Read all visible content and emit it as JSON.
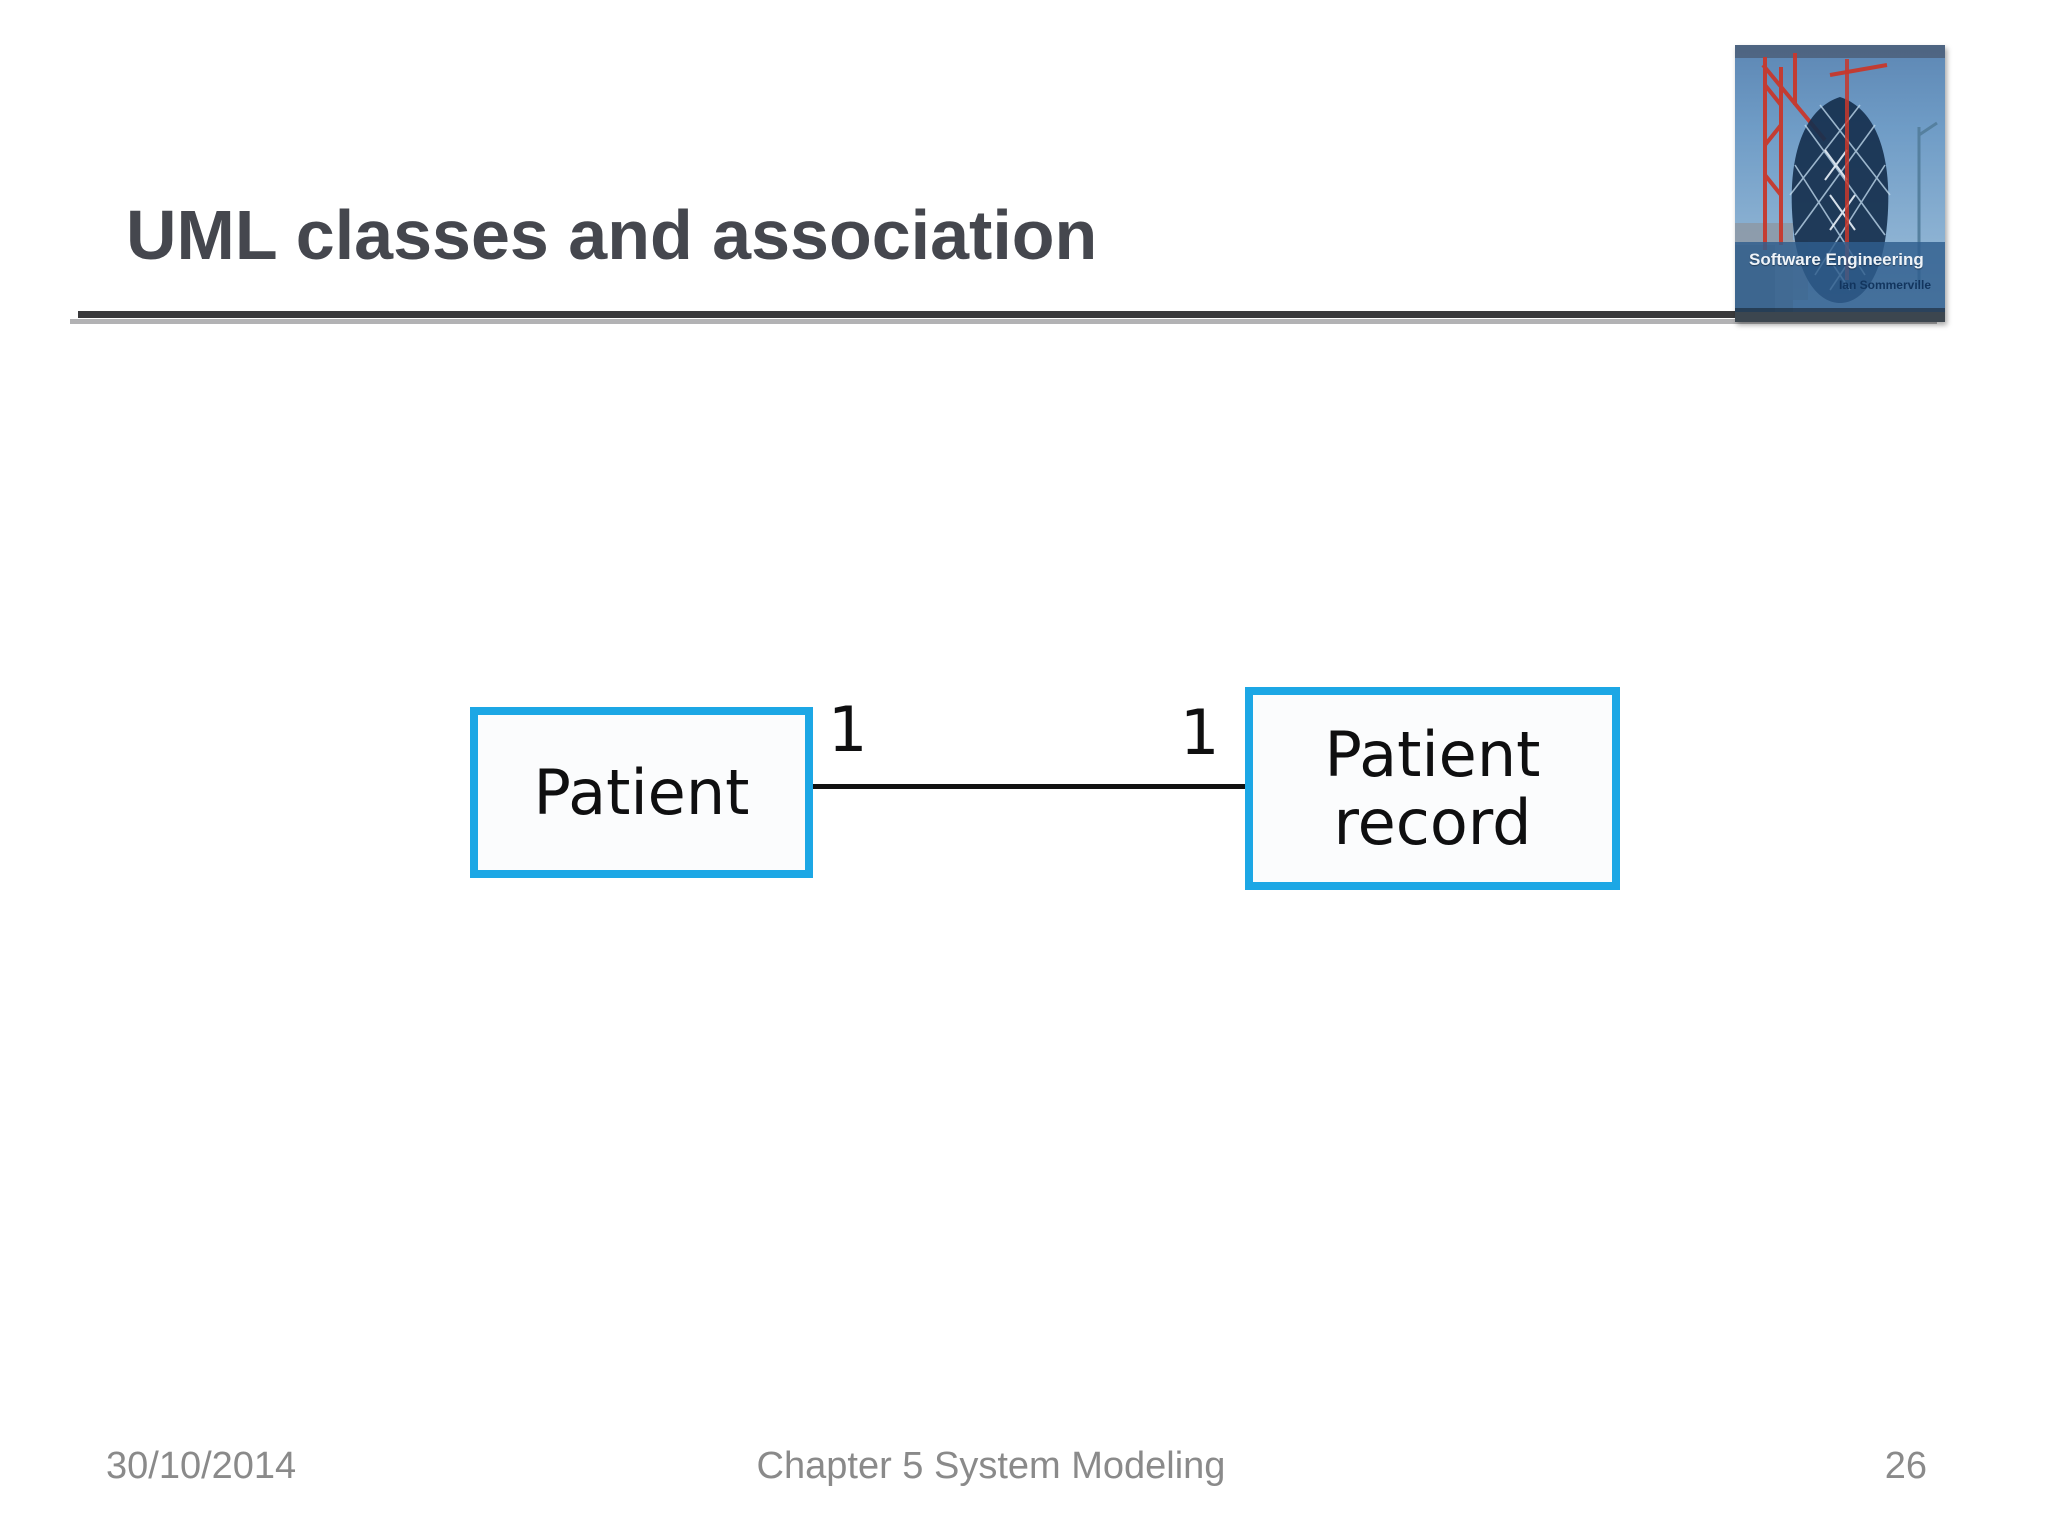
{
  "slide": {
    "title": "UML classes and association",
    "footer": {
      "date": "30/10/2014",
      "chapter": "Chapter 5 System Modeling",
      "page_number": "26"
    }
  },
  "logo": {
    "book_title": "Software Engineering",
    "book_author": "Ian Sommerville"
  },
  "diagram": {
    "type": "uml-class-association",
    "classes": [
      {
        "name": "Patient"
      },
      {
        "name": "Patient record",
        "lines": [
          "Patient",
          "record"
        ]
      }
    ],
    "association": {
      "from": "Patient",
      "to": "Patient record",
      "from_multiplicity": "1",
      "to_multiplicity": "1"
    }
  },
  "colors": {
    "class_box_border": "#1CA7E5",
    "title_text": "#45474E",
    "footer_text": "#8A8A8A",
    "association_line": "#111111",
    "divider_dark": "#3A3A3C",
    "divider_light": "#B2B2B4"
  }
}
